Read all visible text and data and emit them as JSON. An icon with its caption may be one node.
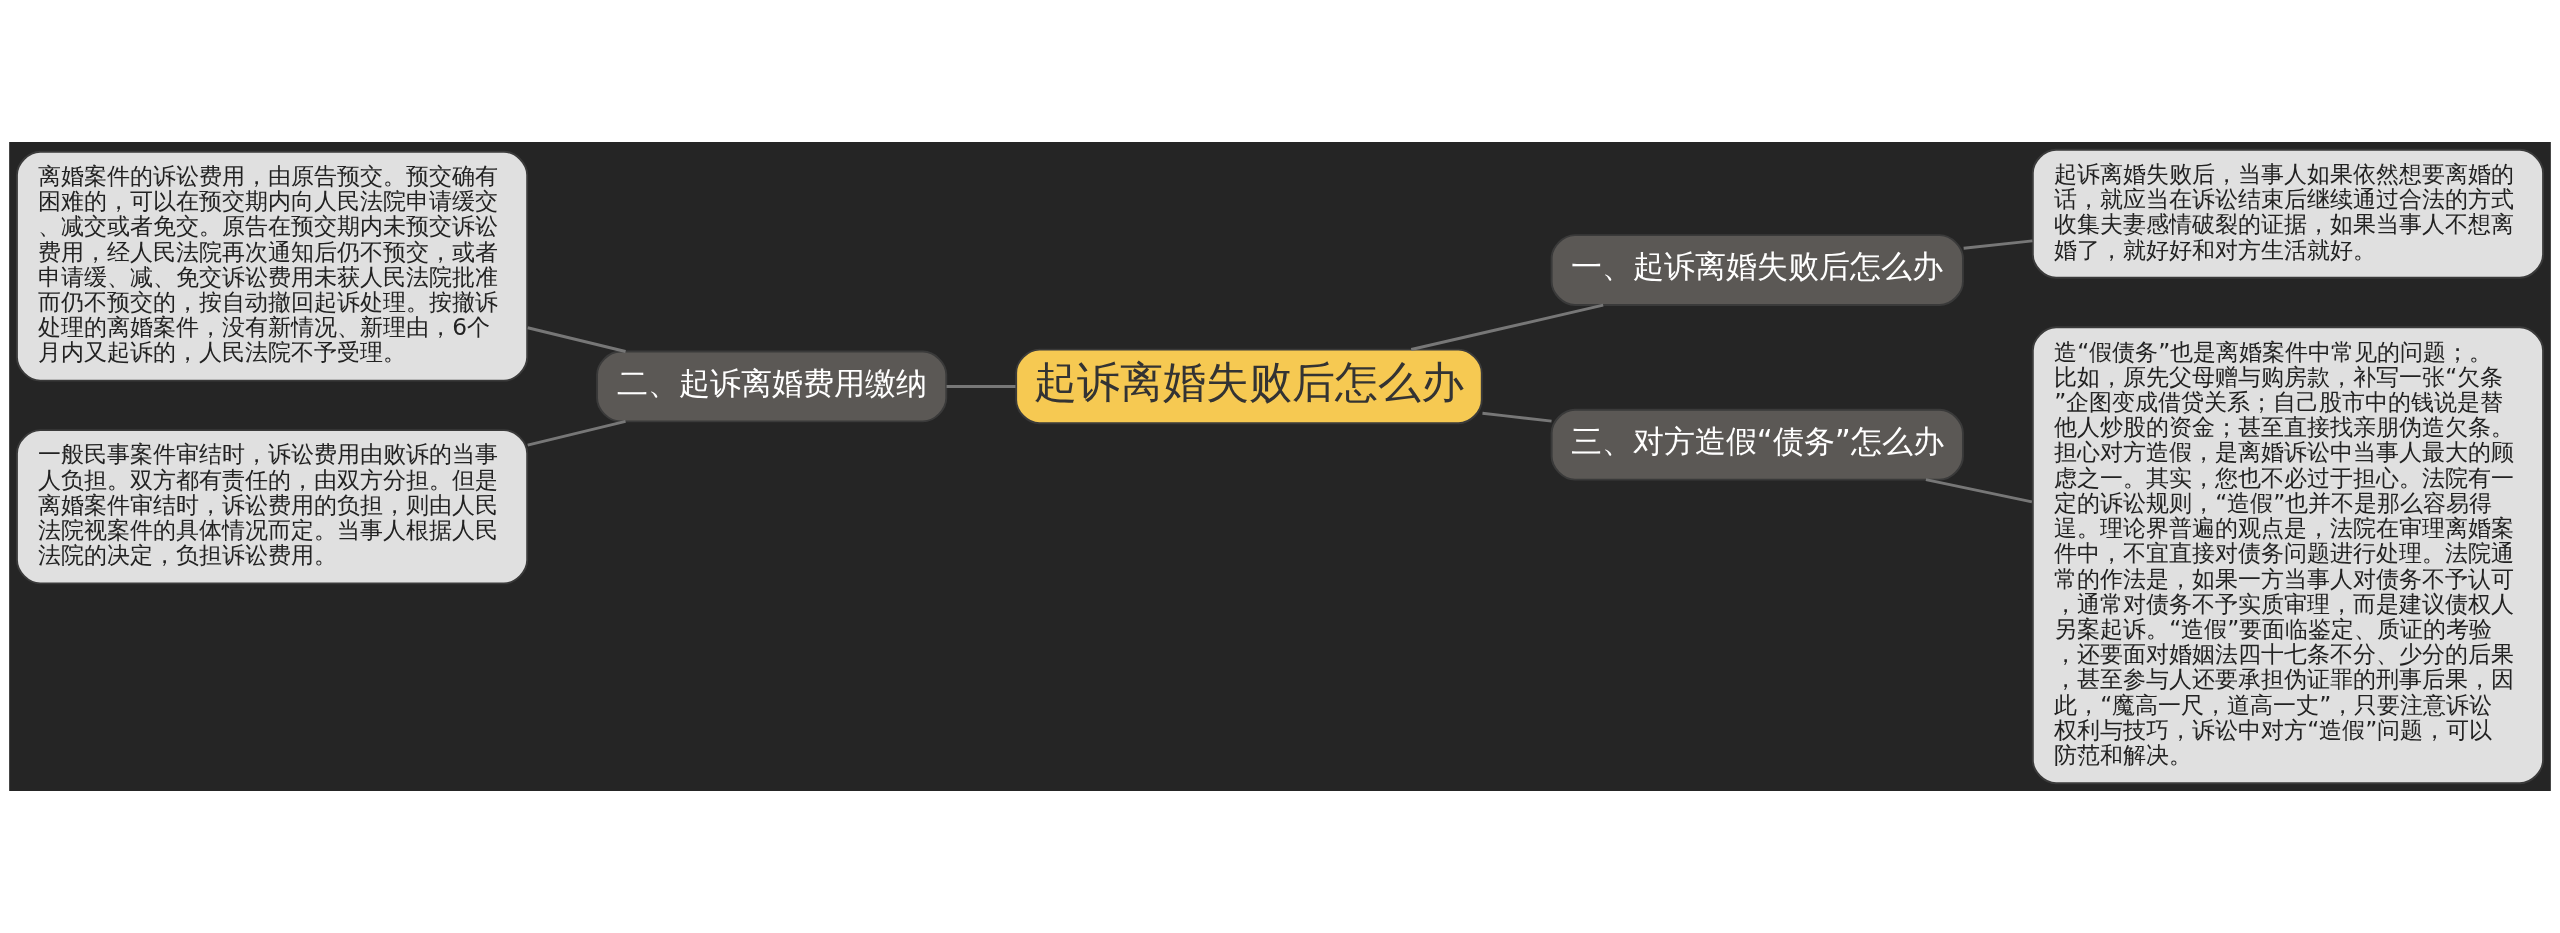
{
  "diagram": {
    "nodes": [
      {
        "text": [
          "起诉离婚失败后怎么办"
        ]
      },
      {
        "text": [
          "二、起诉离婚费用缴纳"
        ]
      },
      {
        "text": [
          "离婚案件的诉讼费用，由原告预交。预交确有困难的，可以在预交期内向人民法院申请缓交、减交或者免交。原告在预交期内未预交诉讼费用，经人民法院再次通知后仍不预交，或者申请缓、减、免交诉讼费用未获人民法院批准而仍不预交的，按自动撤回起诉处理。按撤诉处理的离婚案件，没有新情况、新理由，6个月内又起诉的，人民法院不予受理。"
        ]
      },
      {
        "text": [
          "一般民事案件审结时，诉讼费用由败诉的当事人负担。双方都有责任的，由双方分担。但是离婚案件审结时，诉讼费用的负担，则由人民法院视案件的具体情况而定。当事人根据人民法院的决定，负担诉讼费用。"
        ]
      },
      {
        "text": [
          "一、起诉离婚失败后怎么办"
        ]
      },
      {
        "text": [
          "起诉离婚失败后，当事人如果依然想要离婚的话，就应当在诉讼结束后继续通过合法的方式收集夫妻感情破裂的证据，如果当事人不想离婚了，就好好和对方生活就好。"
        ]
      },
      {
        "text": [
          "三、对方造假“债务”怎么办"
        ]
      },
      {
        "text": [
          "造“假债务”也是离婚案件中常见的问题；。比如，原先父母赠与购房款，补写一张“欠条”企图变成借贷关系；自己股市中的钱说是替他人炒股的资金；甚至直接找亲朋伪造欠条。担心对方造假，是离婚诉讼中当事人最大的顾虑之一。其实，您也不必过于担心。法院有一定的诉讼规则，“造假”也并不是那么容易得逞。理论界普遍的观点是，法院在审理离婚案件中，不宜直接对债务问题进行处理。法院通常的作法是，如果一方当事人对债务不予认可，通常对债务不予实质审理，而是建议债权人另案起诉。“造假”要面临鉴定、质证的考验，还要面对婚姻法四十七条不分、少分的后果，甚至参与人还要承担伪证罪的刑事后果，因此，“魔高一尺，道高一丈”，只要注意诉讼权利与技巧，诉讼中对方“造假”问题，可以防范和解决。"
        ]
      }
    ],
    "edges": [
      {
        "from": 2,
        "to": 1,
        "arrow": "none"
      },
      {
        "from": 3,
        "to": 1,
        "arrow": "none"
      },
      {
        "from": 1,
        "to": 0,
        "arrow": "none"
      },
      {
        "from": 0,
        "to": 4,
        "arrow": "none"
      },
      {
        "from": 4,
        "to": 5,
        "arrow": "none"
      },
      {
        "from": 0,
        "to": 6,
        "arrow": "none"
      },
      {
        "from": 6,
        "to": 7,
        "arrow": "none"
      }
    ]
  }
}
